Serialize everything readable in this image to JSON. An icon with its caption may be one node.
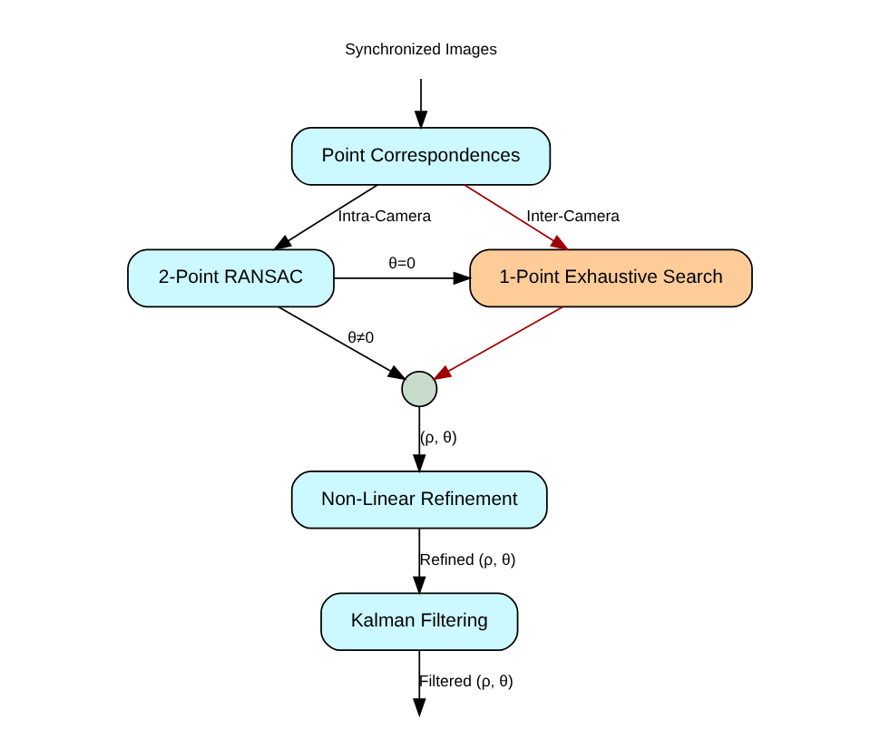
{
  "diagram": {
    "nodes": [
      {
        "text": [
          "Synchronized Images"
        ]
      },
      {
        "text": [
          "Point Correspondences"
        ]
      },
      {
        "text": [
          "2-Point RANSAC"
        ]
      },
      {
        "text": [
          "1-Point Exhaustive Search"
        ]
      },
      {
        "text": [],
        "shape": "circle"
      },
      {
        "text": [
          "Non-Linear Refinement"
        ]
      },
      {
        "text": [
          "Kalman Filtering"
        ]
      }
    ],
    "edges": [
      {
        "from": 0,
        "to": 1,
        "arrow": "to"
      },
      {
        "from": 1,
        "to": 2,
        "arrow": "to",
        "label": "Intra-Camera"
      },
      {
        "from": 1,
        "to": 3,
        "arrow": "to",
        "label": "Inter-Camera",
        "color": "#a00000"
      },
      {
        "from": 2,
        "to": 3,
        "arrow": "to",
        "label": "θ=0"
      },
      {
        "from": 2,
        "to": 4,
        "arrow": "to",
        "label": "θ≠0"
      },
      {
        "from": 3,
        "to": 4,
        "arrow": "to",
        "color": "#a00000"
      },
      {
        "from": 4,
        "to": 5,
        "arrow": "to",
        "label": "(ρ, θ)"
      },
      {
        "from": 5,
        "to": 6,
        "arrow": "to",
        "label": "Refined (ρ, θ)"
      },
      {
        "from": 6,
        "to": null,
        "arrow": "to",
        "label": "Filtered (ρ, θ)"
      }
    ]
  }
}
